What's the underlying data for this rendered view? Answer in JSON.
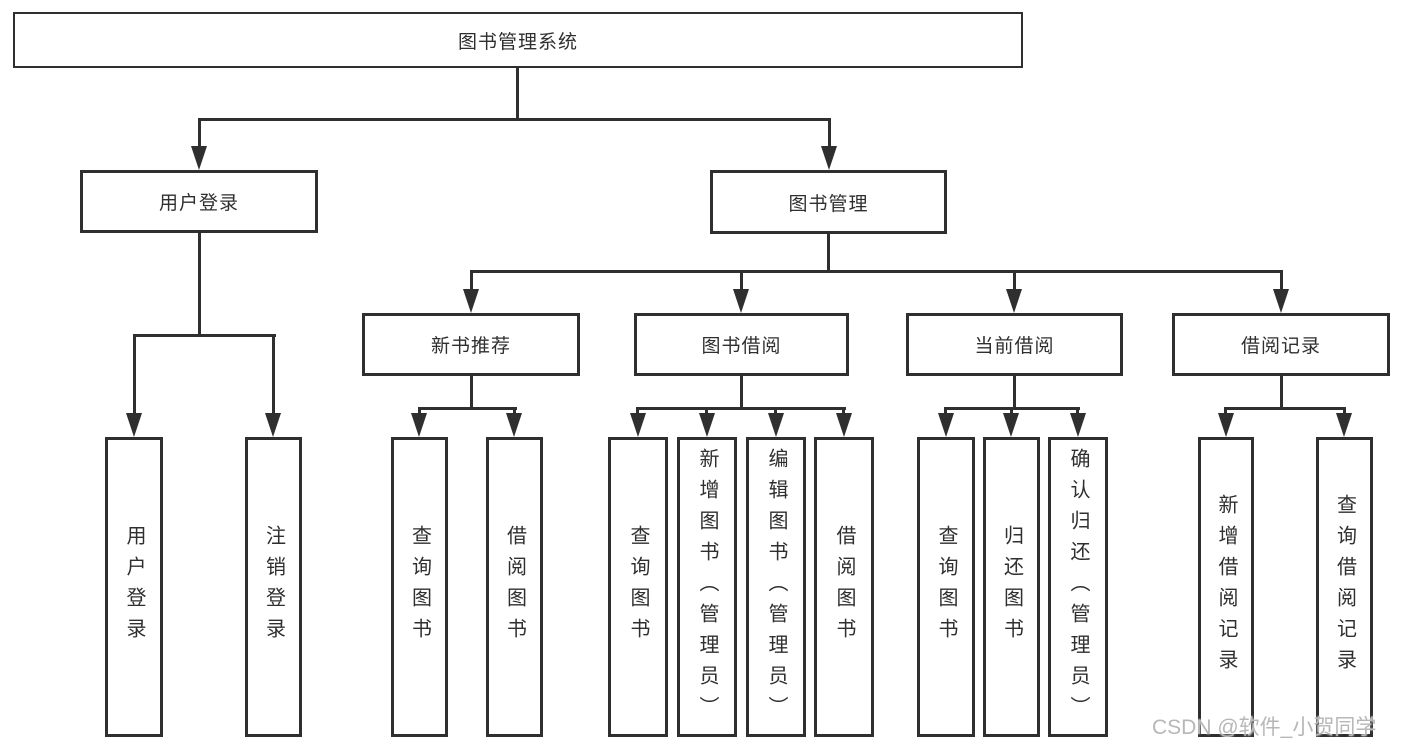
{
  "diagram": {
    "root": {
      "label": "图书管理系统"
    },
    "level2": [
      {
        "label": "用户登录"
      },
      {
        "label": "图书管理"
      }
    ],
    "level3": [
      {
        "label": "新书推荐"
      },
      {
        "label": "图书借阅"
      },
      {
        "label": "当前借阅"
      },
      {
        "label": "借阅记录"
      }
    ],
    "level4": {
      "user_login": [
        {
          "label": "用户登录"
        },
        {
          "label": "注销登录"
        }
      ],
      "new_book_recommend": [
        {
          "label": "查询图书"
        },
        {
          "label": "借阅图书"
        }
      ],
      "book_borrowing": [
        {
          "label": "查询图书"
        },
        {
          "label": "新增图书（管理员）"
        },
        {
          "label": "编辑图书（管理员）"
        },
        {
          "label": "借阅图书"
        }
      ],
      "current_borrowing": [
        {
          "label": "查询图书"
        },
        {
          "label": "归还图书"
        },
        {
          "label": "确认归还（管理员）"
        }
      ],
      "borrowing_records": [
        {
          "label": "新增借阅记录"
        },
        {
          "label": "查询借阅记录"
        }
      ]
    }
  },
  "watermark": {
    "text": "CSDN @软件_小贺同学"
  }
}
